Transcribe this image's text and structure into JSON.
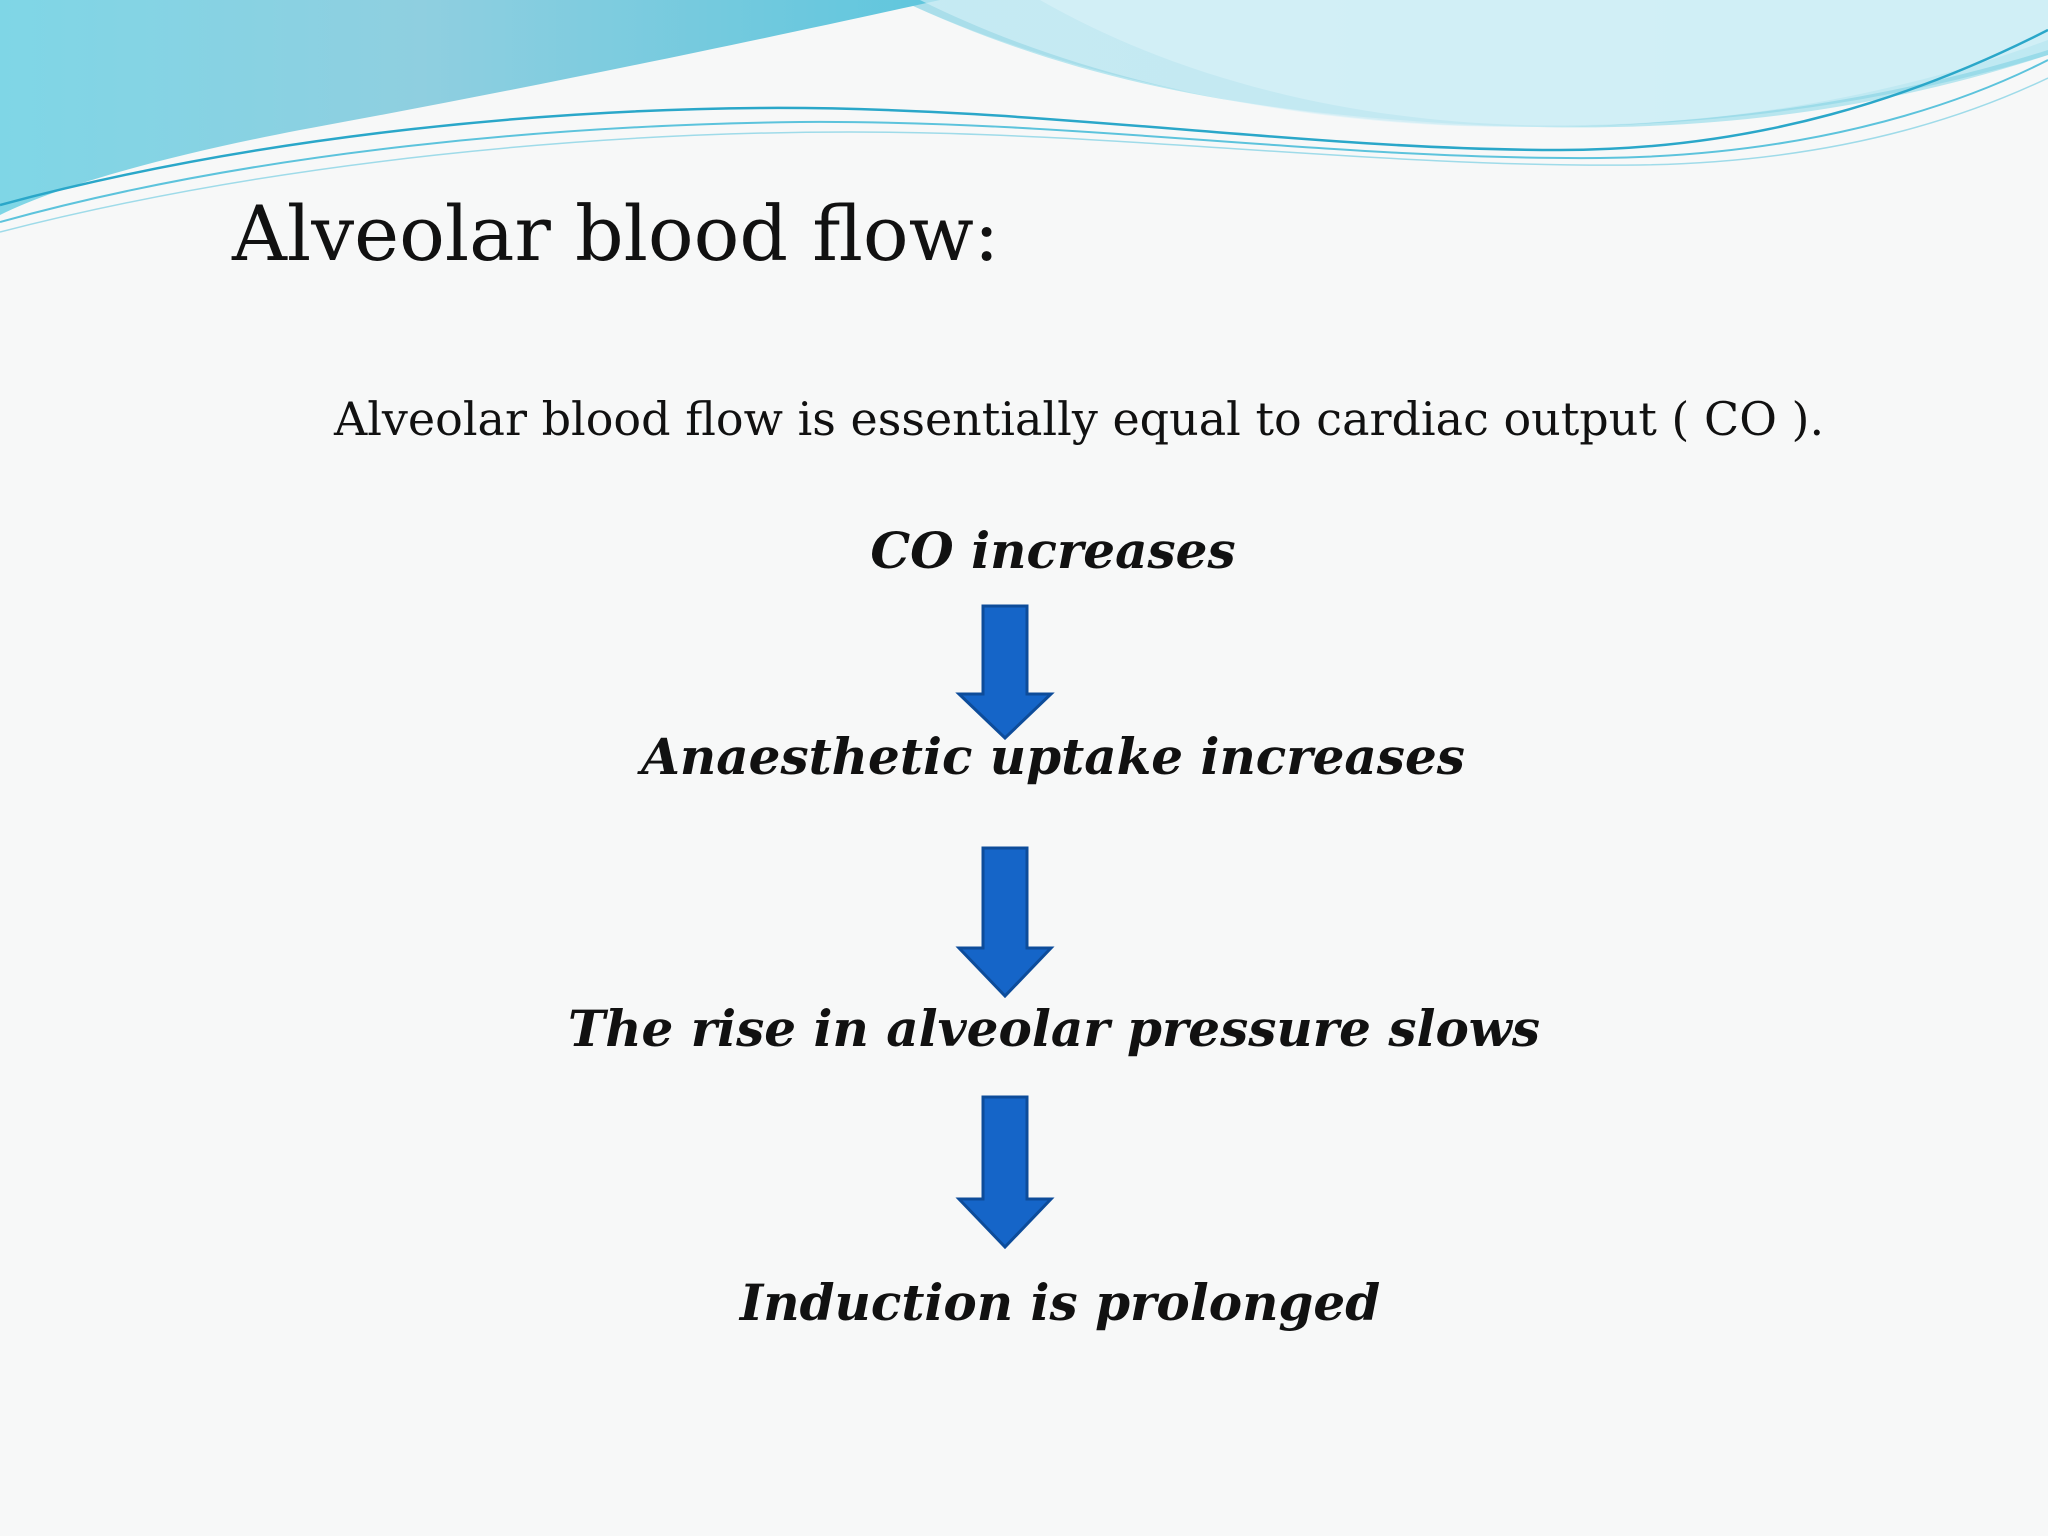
{
  "slide": {
    "title": "Alveolar blood flow:",
    "intro": "Alveolar blood flow is essentially equal to cardiac output ( CO ).",
    "colors": {
      "arrow_fill": "#1565c8",
      "arrow_stroke": "#0d4c9a",
      "wave_light": "#a7e1ee",
      "wave_dark": "#5dc3dd"
    },
    "steps": [
      "CO increases",
      "Anaesthetic uptake increases",
      "The rise in alveolar pressure slows",
      "Induction is prolonged"
    ],
    "arrows": [
      "down-arrow-icon",
      "down-arrow-icon",
      "down-arrow-icon"
    ]
  }
}
